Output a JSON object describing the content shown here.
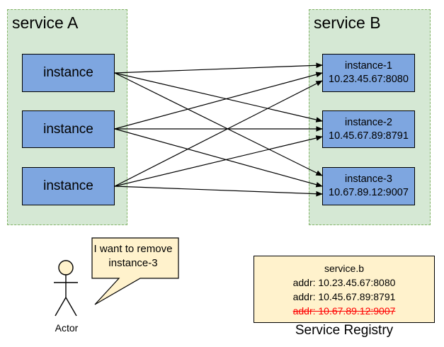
{
  "service_a": {
    "title": "service A",
    "instances": [
      "instance",
      "instance",
      "instance"
    ]
  },
  "service_b": {
    "title": "service B",
    "instances": [
      {
        "name": "instance-1",
        "addr": "10.23.45.67:8080"
      },
      {
        "name": "instance-2",
        "addr": "10.45.67.89:8791"
      },
      {
        "name": "instance-3",
        "addr": "10.67.89.12:9007"
      }
    ]
  },
  "actor": {
    "label": "Actor",
    "speech": "I want to remove instance-3"
  },
  "registry": {
    "service_name": "service.b",
    "entries": [
      {
        "text": "addr: 10.23.45.67:8080",
        "removed": false
      },
      {
        "text": "addr: 10.45.67.89:8791",
        "removed": false
      },
      {
        "text": "addr: 10.67.89.12:9007",
        "removed": true
      }
    ],
    "caption": "Service Registry"
  },
  "connections": "all-to-all",
  "colors": {
    "group_fill": "#d5e8d4",
    "group_border": "#82b366",
    "node_fill": "#7ea6e0",
    "registry_fill": "#fff2cc",
    "bubble_fill": "#fff2cc",
    "actor_fill": "#fff2cc",
    "removed_text": "#ff0000"
  }
}
